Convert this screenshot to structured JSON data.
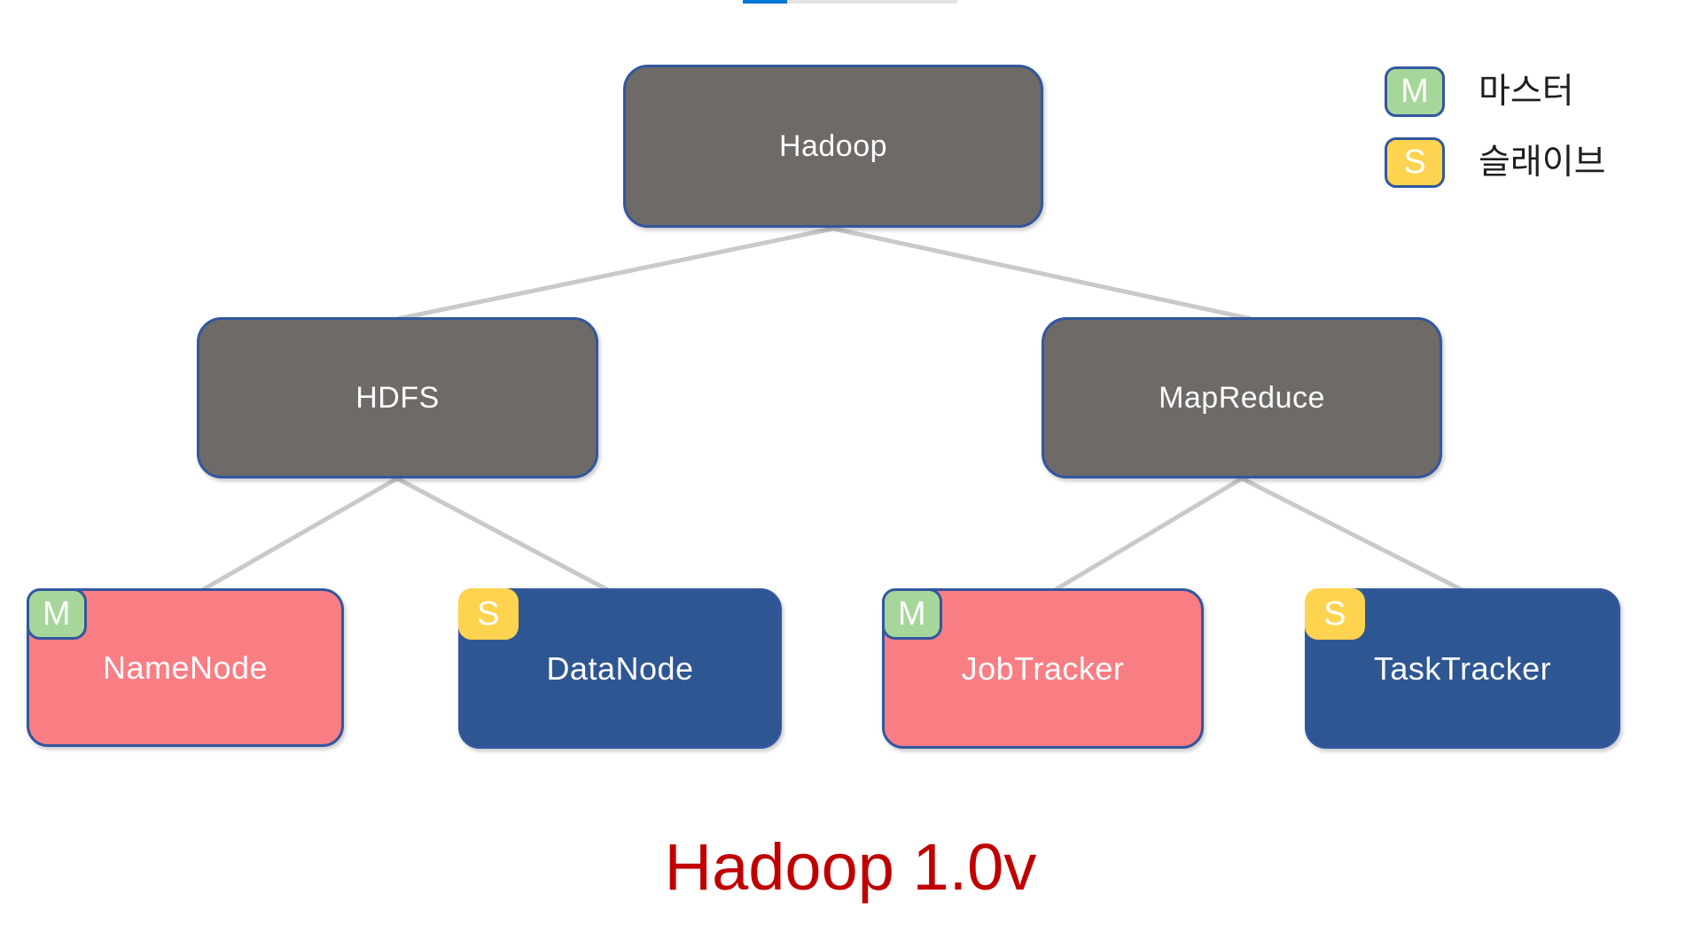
{
  "top_bar": {
    "progress_color": "#0078D7",
    "track_color": "#E3E3E3"
  },
  "legend": {
    "items": [
      {
        "badge": "M",
        "label": "마스터",
        "badge_color": "#A6D699"
      },
      {
        "badge": "S",
        "label": "슬래이브",
        "badge_color": "#FED34F"
      }
    ]
  },
  "diagram": {
    "root": {
      "label": "Hadoop"
    },
    "branches": [
      {
        "label": "HDFS",
        "children": [
          {
            "label": "NameNode",
            "badge": "M",
            "role": "master"
          },
          {
            "label": "DataNode",
            "badge": "S",
            "role": "slave"
          }
        ]
      },
      {
        "label": "MapReduce",
        "children": [
          {
            "label": "JobTracker",
            "badge": "M",
            "role": "master"
          },
          {
            "label": "TaskTracker",
            "badge": "S",
            "role": "slave"
          }
        ]
      }
    ]
  },
  "title": {
    "text": "Hadoop 1.0v",
    "color": "#C00000"
  },
  "colors": {
    "category_box": "#6E6A67",
    "master_node": "#F97E84",
    "slave_node": "#2E5693",
    "node_border": "#32579E",
    "connector": "#C9C9C9",
    "master_badge": "#A6D699",
    "slave_badge": "#FED34F"
  }
}
